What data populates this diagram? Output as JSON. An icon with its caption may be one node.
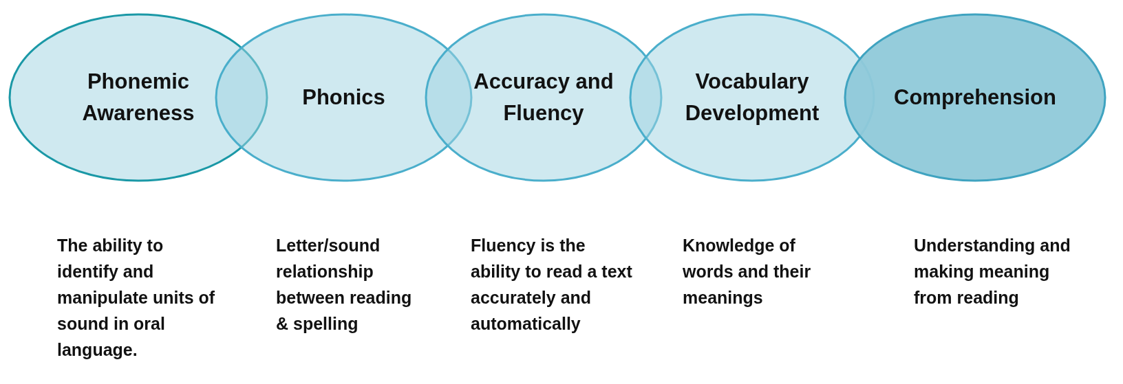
{
  "diagram": {
    "nodes": [
      {
        "text": [
          "Phonemic Awareness"
        ],
        "beside": [
          "The ability to identify and manipulate units of sound in oral language."
        ]
      },
      {
        "text": [
          "Phonics"
        ],
        "beside": [
          "Letter/sound relationship between reading & spelling"
        ]
      },
      {
        "text": [
          "Accuracy and Fluency"
        ],
        "beside": [
          "Fluency is the ability to read a text accurately and automatically"
        ]
      },
      {
        "text": [
          "Vocabulary Development"
        ],
        "beside": [
          "Knowledge of words and their meanings"
        ]
      },
      {
        "text": [
          "Comprehension"
        ],
        "beside": [
          "Understanding and making meaning from reading"
        ]
      }
    ]
  }
}
